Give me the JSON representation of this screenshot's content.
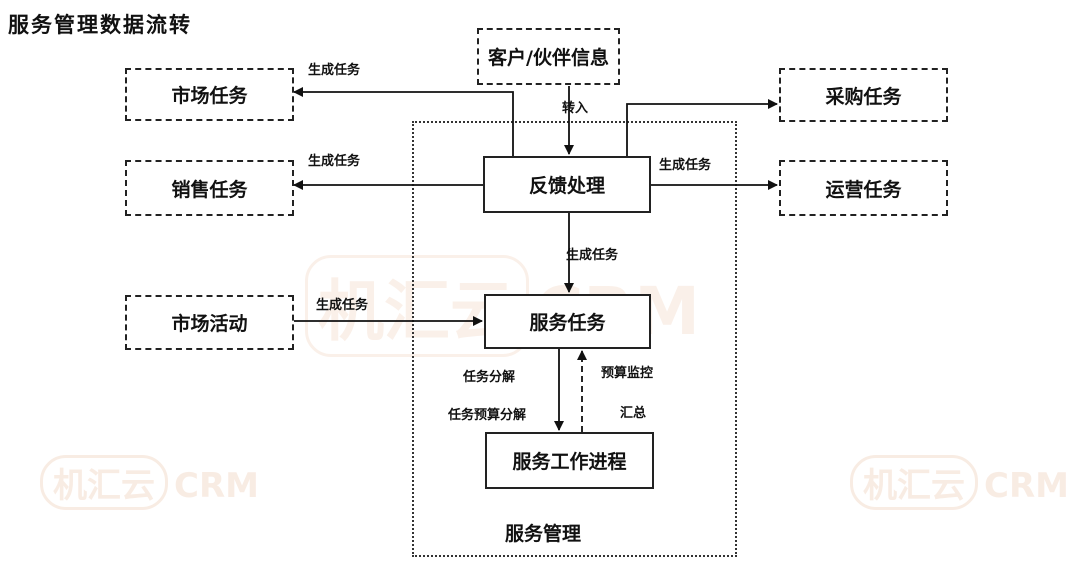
{
  "title": "服务管理数据流转",
  "watermark": {
    "brand": "机汇云",
    "product": "CRM"
  },
  "nodes": {
    "customer_partner_info": "客户/伙伴信息",
    "market_task": "市场任务",
    "sales_task": "销售任务",
    "market_activity": "市场活动",
    "procurement_task": "采购任务",
    "operations_task": "运营任务",
    "feedback_processing": "反馈处理",
    "service_task": "服务任务",
    "service_work_progress": "服务工作进程"
  },
  "container_label": "服务管理",
  "edge_labels": {
    "transfer_in": "转入",
    "gen_market": "生成任务",
    "gen_sales": "生成任务",
    "gen_right": "生成任务",
    "gen_service": "生成任务",
    "gen_activity": "生成任务",
    "task_breakdown": "任务分解",
    "task_budget_breakdown": "任务预算分解",
    "budget_monitoring": "预算监控",
    "summary": "汇总"
  }
}
